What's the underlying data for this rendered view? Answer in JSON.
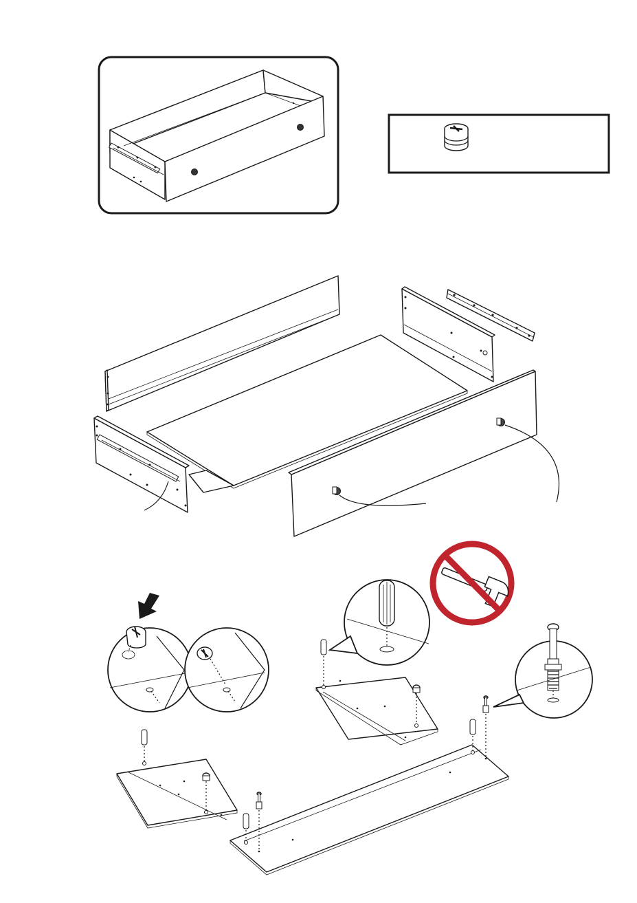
{
  "colors": {
    "ink": "#1a1a1a",
    "prohibit": "#c0252d",
    "paper": "#ffffff"
  },
  "figures": {
    "finished_drawer_inset": {
      "icon": "assembled-drawer-illustration"
    },
    "hardware_legend": {
      "icon": "cam-lock-fitting-icon",
      "label": ""
    },
    "exploded_drawer": {
      "icon": "exploded-drawer-parts"
    },
    "no_hammer_sign": {
      "icon": "no-hammer-icon"
    },
    "cam_lock_steps": {
      "icon": "cam-lock-insertion-steps"
    },
    "dowel_detail": {
      "icon": "wooden-dowel-detail"
    },
    "cam_bolt_detail": {
      "icon": "cam-bolt-detail"
    },
    "panel_hardware": {
      "icon": "panels-with-dowels-and-bolts"
    }
  }
}
